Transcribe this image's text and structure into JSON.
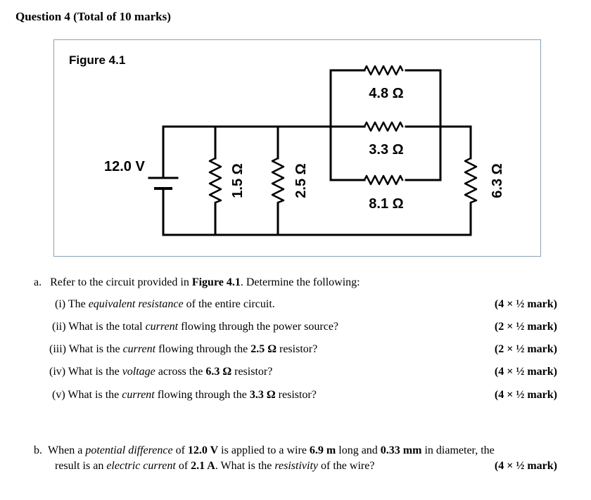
{
  "heading": "Question 4 (Total of 10 marks)",
  "figure": {
    "title": "Figure 4.1",
    "source_label": "12.0 V",
    "resistors": {
      "r1": "1.5 Ω",
      "r2": "2.5 Ω",
      "top": "4.8 Ω",
      "middle": "3.3 Ω",
      "bottom": "8.1 Ω",
      "right": "6.3 Ω"
    }
  },
  "part_a": {
    "letter": "a.",
    "intro_pre": "Refer to the circuit provided in ",
    "intro_bold": "Figure 4.1",
    "intro_post": ". Determine the following:",
    "items": [
      {
        "pre": "(i) The ",
        "em": "equivalent resistance",
        "mid": " of the entire circuit.",
        "bold": "",
        "post": "",
        "marks": "(4 × ½ mark)"
      },
      {
        "pre": "(ii) What is the total ",
        "em": "current",
        "mid": " flowing through the power source?",
        "bold": "",
        "post": "",
        "marks": "(2 × ½ mark)"
      },
      {
        "pre": "(iii) What is the ",
        "em": "current",
        "mid": " flowing through the ",
        "bold": "2.5 Ω",
        "post": " resistor?",
        "marks": "(2 × ½ mark)"
      },
      {
        "pre": "(iv) What is the ",
        "em": "voltage",
        "mid": " across the ",
        "bold": "6.3 Ω",
        "post": " resistor?",
        "marks": "(4 × ½ mark)"
      },
      {
        "pre": "(v) What is the ",
        "em": "current",
        "mid": " flowing through the ",
        "bold": "3.3 Ω",
        "post": " resistor?",
        "marks": "(4 × ½ mark)"
      }
    ]
  },
  "part_b": {
    "letter": "b.",
    "line1": {
      "t1": "When a ",
      "e1": "potential difference",
      "t2": " of ",
      "b1": "12.0 V",
      "t3": " is applied to a wire ",
      "b2": "6.9 m",
      "t4": " long and ",
      "b3": "0.33 mm",
      "t5": " in diameter, the"
    },
    "line2": {
      "t1": "result is an ",
      "e1": "electric current",
      "t2": " of ",
      "b1": "2.1 A",
      "t3": ". What is the ",
      "e2": "resistivity",
      "t4": " of the wire?"
    },
    "marks": "(4 × ½ mark)"
  }
}
